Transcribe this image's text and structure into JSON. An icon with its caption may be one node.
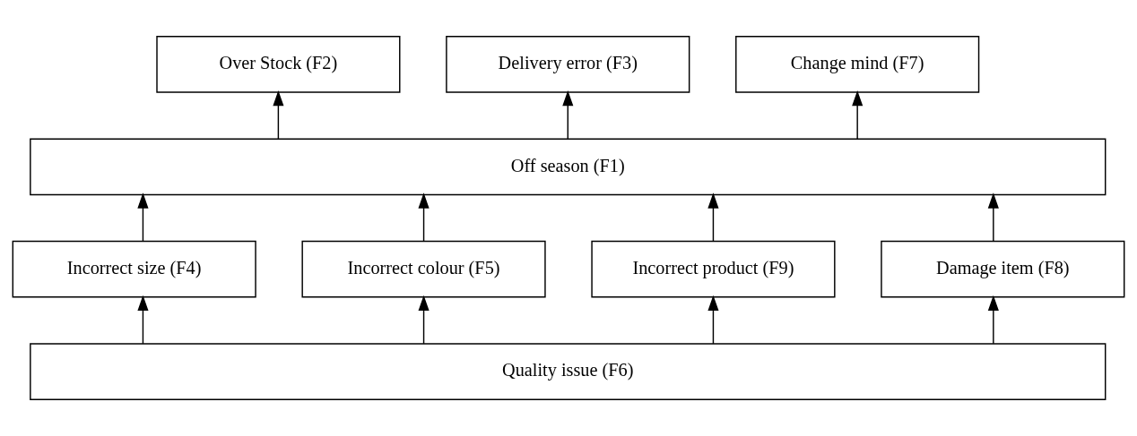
{
  "diagram": {
    "nodes": [
      {
        "text": [
          "Over Stock (F2)"
        ]
      },
      {
        "text": [
          "Delivery error (F3)"
        ]
      },
      {
        "text": [
          "Change mind (F7)"
        ]
      },
      {
        "text": [
          "Off season (F1)"
        ]
      },
      {
        "text": [
          "Incorrect size (F4)"
        ]
      },
      {
        "text": [
          "Incorrect colour (F5)"
        ]
      },
      {
        "text": [
          "Incorrect product (F9)"
        ]
      },
      {
        "text": [
          "Damage item (F8)"
        ]
      },
      {
        "text": [
          "Quality issue (F6)"
        ]
      }
    ],
    "edges": [
      {
        "from": 3,
        "to": 0,
        "arrow": "to"
      },
      {
        "from": 3,
        "to": 1,
        "arrow": "to"
      },
      {
        "from": 3,
        "to": 2,
        "arrow": "to"
      },
      {
        "from": 4,
        "to": 3,
        "arrow": "to"
      },
      {
        "from": 5,
        "to": 3,
        "arrow": "to"
      },
      {
        "from": 6,
        "to": 3,
        "arrow": "to"
      },
      {
        "from": 7,
        "to": 3,
        "arrow": "to"
      },
      {
        "from": 8,
        "to": 4,
        "arrow": "to"
      },
      {
        "from": 8,
        "to": 5,
        "arrow": "to"
      },
      {
        "from": 8,
        "to": 6,
        "arrow": "to"
      },
      {
        "from": 8,
        "to": 7,
        "arrow": "to"
      }
    ]
  }
}
